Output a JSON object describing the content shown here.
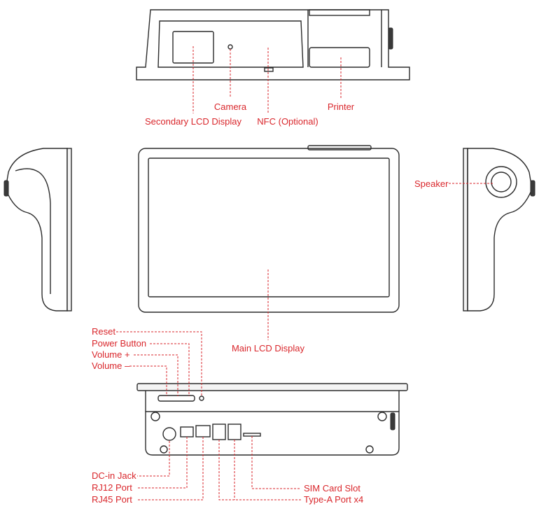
{
  "accent_color": "#d9262b",
  "device_color": "#2b2b2b",
  "labels": {
    "camera": "Camera",
    "printer": "Printer",
    "secondary_lcd": "Secondary LCD Display",
    "nfc": "NFC (Optional)",
    "speaker": "Speaker",
    "main_lcd": "Main LCD Display",
    "reset": "Reset",
    "power_button": "Power Button",
    "volume_up": "Volume +",
    "volume_down": "Volume –",
    "dc_in": "DC-in Jack",
    "rj12": "RJ12 Port",
    "rj45": "RJ45 Port",
    "sim": "SIM Card Slot",
    "type_a": "Type-A Port x4"
  }
}
